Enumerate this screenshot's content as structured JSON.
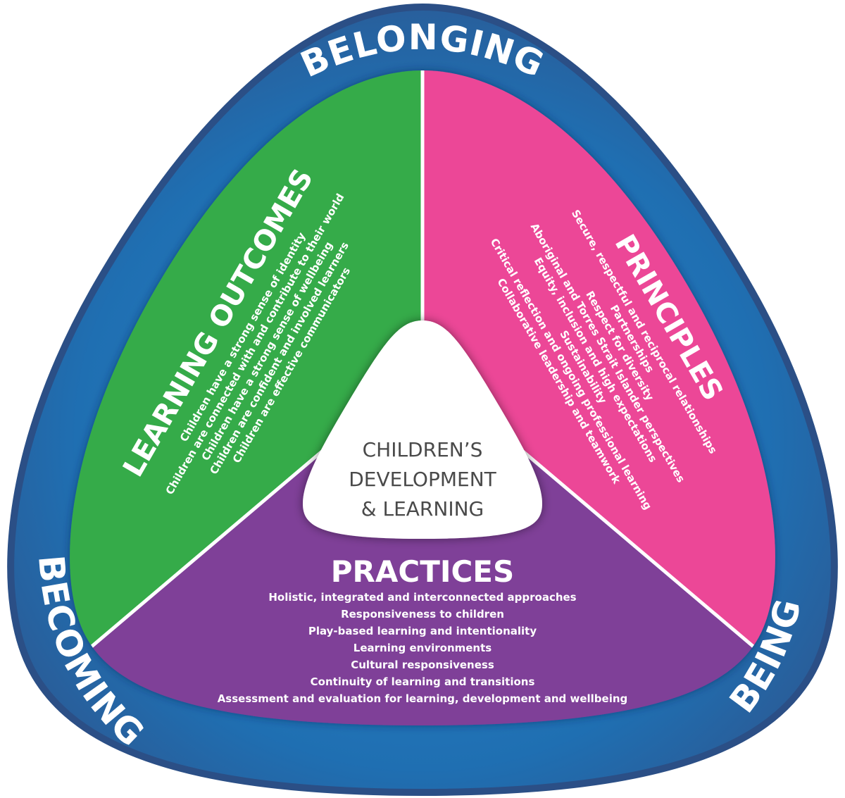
{
  "ring": {
    "top": "BELONGING",
    "left": "BECOMING",
    "right": "BEING"
  },
  "center": {
    "line1": "CHILDREN’S",
    "line2": "DEVELOPMENT",
    "line3": "& LEARNING"
  },
  "learning_outcomes": {
    "title": "LEARNING OUTCOMES",
    "items": [
      "Children have a strong sense of identity",
      "Children are connected with and contribute to their world",
      "Children have a strong sense of wellbeing",
      "Children are confident and involved learners",
      "Children are effective communicators"
    ]
  },
  "principles": {
    "title": "PRINCIPLES",
    "items": [
      "Secure, respectful and reciprocal relationships",
      "Partnerships",
      "Respect for diversity",
      "Aboriginal and Torres Strait Islander perspectives",
      "Equity, inclusion and high expectations",
      "Sustainability",
      "Critical reflection and ongoing professional learning",
      "Collaborative leadership and teamwork"
    ]
  },
  "practices": {
    "title": "PRACTICES",
    "items": [
      "Holistic, integrated and interconnected approaches",
      "Responsiveness to children",
      "Play-based learning and intentionality",
      "Learning environments",
      "Cultural responsiveness",
      "Continuity of learning and transitions",
      "Assessment and evaluation for learning, development and wellbeing"
    ]
  },
  "colors": {
    "ring_outer": "#2d5a96",
    "ring_inner": "#1f73b5",
    "green": "#35ab4a",
    "pink": "#ec4697",
    "purple": "#7f3f98",
    "center": "#ffffff",
    "center_text": "#4a4a4a"
  }
}
